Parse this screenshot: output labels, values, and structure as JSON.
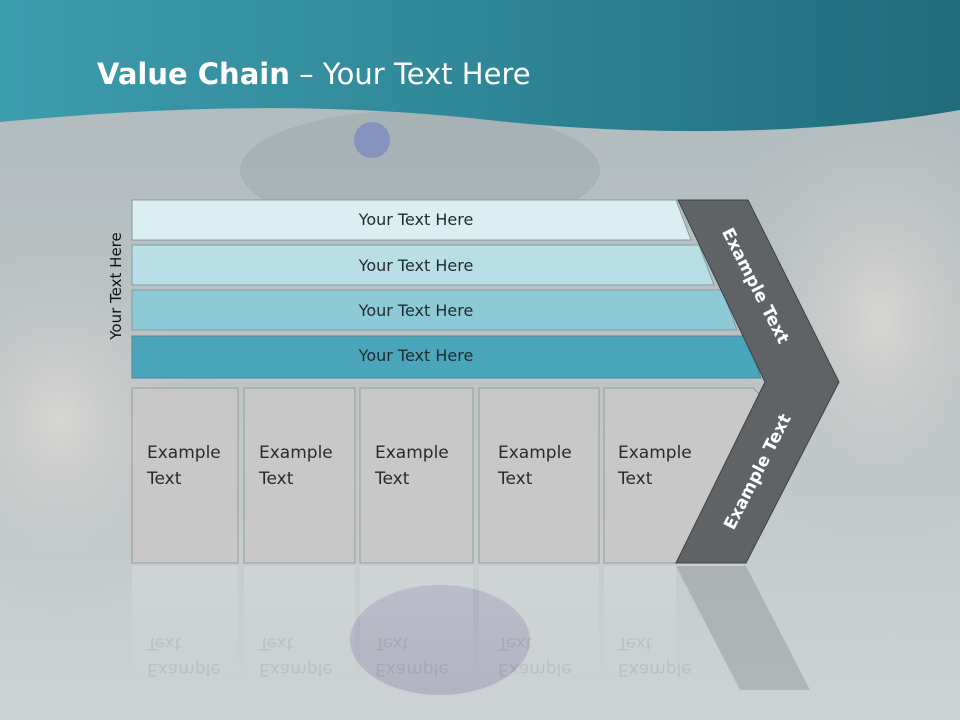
{
  "slide": {
    "title_bold": "Value Chain",
    "title_rest": " – Your Text Here",
    "side_label": "Your Text Here",
    "bars": [
      {
        "label": "Your Text Here",
        "fill": "#dbeef2"
      },
      {
        "label": "Your Text Here",
        "fill": "#b9dfe6"
      },
      {
        "label": "Your Text Here",
        "fill": "#8dcad6"
      },
      {
        "label": "Your Text Here",
        "fill": "#4aa7bb"
      }
    ],
    "boxes": [
      {
        "line1": "Example",
        "line2": "Text"
      },
      {
        "line1": "Example",
        "line2": "Text"
      },
      {
        "line1": "Example",
        "line2": "Text"
      },
      {
        "line1": "Example",
        "line2": "Text"
      },
      {
        "line1": "Example",
        "line2": "Text"
      }
    ],
    "chevron_upper": "Example Text",
    "chevron_lower": "Example Text"
  },
  "colors": {
    "header_teal": "#2c7d8d",
    "box_gray": "#c8c8c8",
    "chevron_dark": "#5f6366"
  }
}
